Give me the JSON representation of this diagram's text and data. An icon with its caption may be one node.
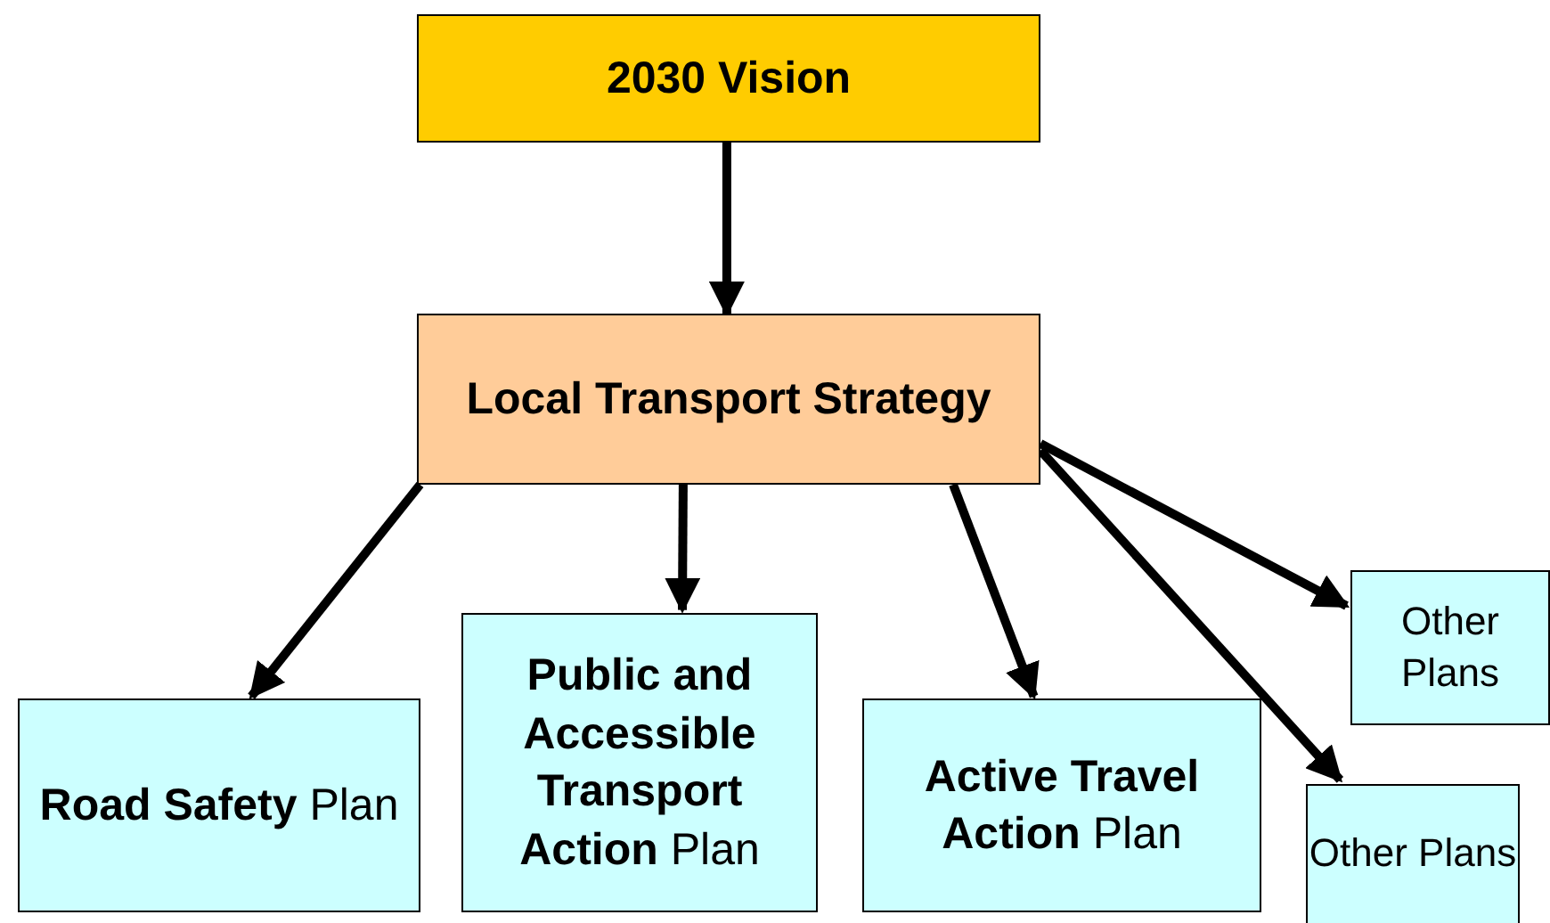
{
  "diagram": {
    "nodes": [
      {
        "text": [
          "2030 Vision"
        ]
      },
      {
        "text": [
          "Local Transport Strategy"
        ]
      },
      {
        "text": [
          "**Road Safety** Plan"
        ]
      },
      {
        "text": [
          "**Public and Accessible Transport Action** Plan"
        ]
      },
      {
        "text": [
          "**Active Travel Action** Plan"
        ]
      },
      {
        "text": [
          "Other Plans"
        ]
      },
      {
        "text": [
          "Other Plans"
        ]
      }
    ],
    "edges": [
      {
        "from": 0,
        "to": 1,
        "arrow": "to"
      },
      {
        "from": 1,
        "to": 2,
        "arrow": "to"
      },
      {
        "from": 1,
        "to": 3,
        "arrow": "to"
      },
      {
        "from": 1,
        "to": 4,
        "arrow": "to"
      },
      {
        "from": 1,
        "to": 5,
        "arrow": "to"
      },
      {
        "from": 1,
        "to": 6,
        "arrow": "to"
      }
    ]
  }
}
